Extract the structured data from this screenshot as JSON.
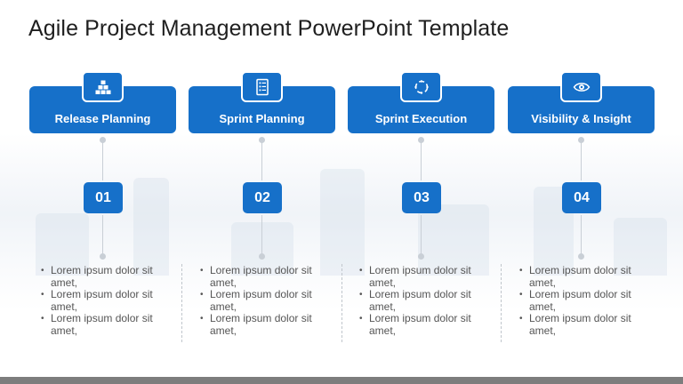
{
  "title": "Agile Project Management PowerPoint Template",
  "steps": [
    {
      "label": "Release Planning",
      "number": "01",
      "icon": "blocks-icon",
      "bullets": [
        "Lorem ipsum dolor sit amet,",
        "Lorem ipsum dolor sit amet,",
        "Lorem ipsum dolor sit amet,"
      ]
    },
    {
      "label": "Sprint Planning",
      "number": "02",
      "icon": "checklist-icon",
      "bullets": [
        "Lorem ipsum dolor sit amet,",
        "Lorem ipsum dolor sit amet,",
        "Lorem ipsum dolor sit amet,"
      ]
    },
    {
      "label": "Sprint Execution",
      "number": "03",
      "icon": "cycle-icon",
      "bullets": [
        "Lorem ipsum dolor sit amet,",
        "Lorem ipsum dolor sit amet,",
        "Lorem ipsum dolor sit amet,"
      ]
    },
    {
      "label": "Visibility & Insight",
      "number": "04",
      "icon": "eye-icon",
      "bullets": [
        "Lorem ipsum dolor sit amet,",
        "Lorem ipsum dolor sit amet,",
        "Lorem ipsum dolor sit amet,"
      ]
    }
  ],
  "colors": {
    "accent": "#1670c9",
    "connector": "#c9cfd6",
    "text": "#555555",
    "footer": "#7d7d7d"
  }
}
